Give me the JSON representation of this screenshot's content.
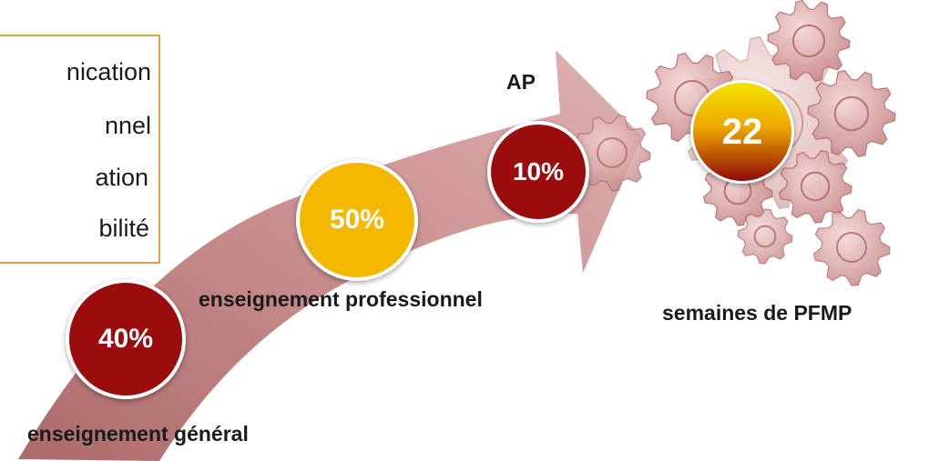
{
  "textbox_lines": [
    "nication",
    "nnel",
    "ation",
    "bilité"
  ],
  "steps": [
    {
      "value": "40%",
      "label": "enseignement général"
    },
    {
      "value": "50%",
      "label": "enseignement professionnel"
    },
    {
      "value": "10%",
      "label": "AP"
    },
    {
      "value": "22",
      "label": "semaines de PFMP"
    }
  ],
  "colors": {
    "dark_red": "#9b0d0d",
    "gold": "#f2b705",
    "arrow": "#c98a8a",
    "gear": "#d8a0a0",
    "text": "#1a1a1a",
    "box_border": "#d9a44a"
  },
  "icons": [
    "gear-icon"
  ]
}
